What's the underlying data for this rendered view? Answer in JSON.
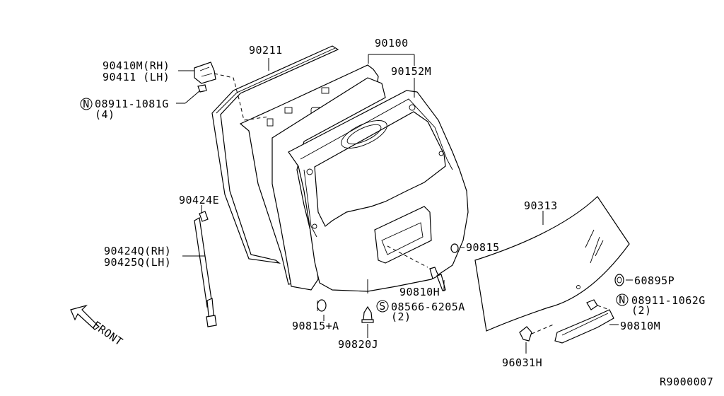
{
  "labels": {
    "l90211": "90211",
    "l90100": "90100",
    "l90152M": "90152M",
    "l90410M": "90410M(RH)",
    "l90411": "90411 (LH)",
    "l08911_1081G": "08911-1081G",
    "l08911_1081G_qty": "(4)",
    "l90424E": "90424E",
    "l90424Q": "90424Q(RH)",
    "l90425Q": "90425Q(LH)",
    "l90313": "90313",
    "l90815": "90815",
    "l60895P": "60895P",
    "l90810H": "90810H",
    "l08566_6205A": "08566-6205A",
    "l08566_6205A_qty": "(2)",
    "l08911_1062G": "08911-1062G",
    "l08911_1062G_qty": "(2)",
    "l90815A": "90815+A",
    "l90820J": "90820J",
    "l90810M": "90810M",
    "l96031H": "96031H",
    "front": "FRONT",
    "ref": "R9000007"
  },
  "symbols": {
    "n1": "N",
    "n2": "N",
    "s1": "S"
  }
}
